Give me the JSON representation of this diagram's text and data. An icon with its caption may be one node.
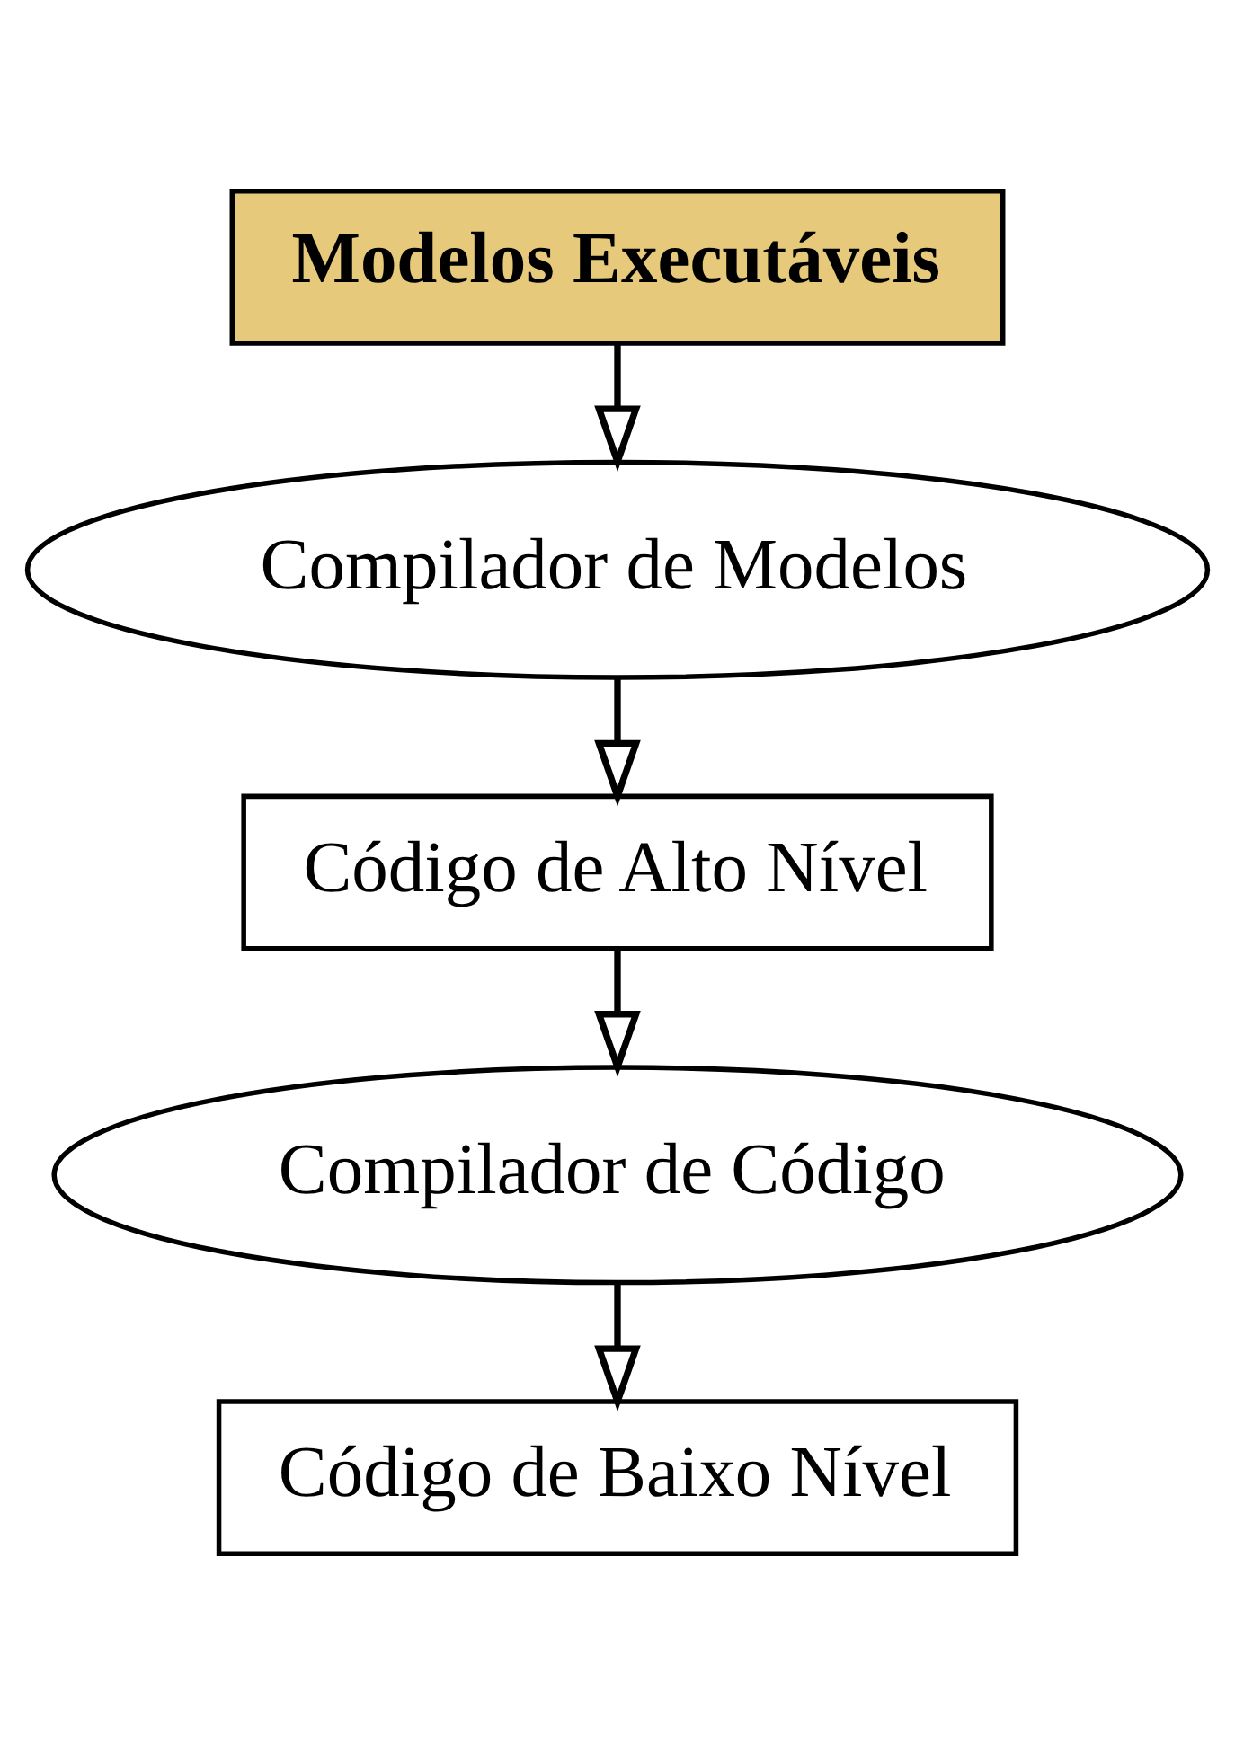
{
  "diagram": {
    "nodes": [
      {
        "text": [
          "Modelos Executáveis"
        ]
      },
      {
        "text": [
          "Compilador de Modelos"
        ]
      },
      {
        "text": [
          "Código de Alto Nível"
        ]
      },
      {
        "text": [
          "Compilador de Código"
        ]
      },
      {
        "text": [
          "Código de Baixo Nível"
        ]
      }
    ],
    "edges": [
      {
        "from": 0,
        "to": 1,
        "arrow": "to"
      },
      {
        "from": 1,
        "to": 2,
        "arrow": "to"
      },
      {
        "from": 2,
        "to": 3,
        "arrow": "to"
      },
      {
        "from": 3,
        "to": 4,
        "arrow": "to"
      }
    ]
  }
}
